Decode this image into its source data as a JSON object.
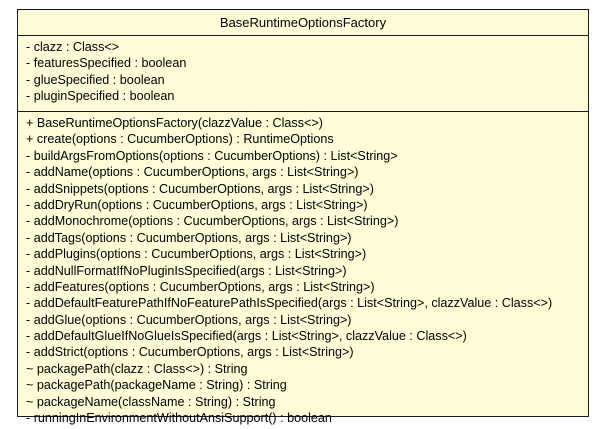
{
  "class_name": "BaseRuntimeOptionsFactory",
  "fields": [
    "- clazz : Class<>",
    "- featuresSpecified : boolean",
    "- glueSpecified : boolean",
    "- pluginSpecified : boolean"
  ],
  "methods": [
    "+ BaseRuntimeOptionsFactory(clazzValue : Class<>)",
    "+ create(options : CucumberOptions) : RuntimeOptions",
    "- buildArgsFromOptions(options : CucumberOptions) : List<String>",
    "- addName(options : CucumberOptions, args : List<String>)",
    "- addSnippets(options : CucumberOptions, args : List<String>)",
    "- addDryRun(options : CucumberOptions, args : List<String>)",
    "- addMonochrome(options : CucumberOptions, args : List<String>)",
    "- addTags(options : CucumberOptions, args : List<String>)",
    "- addPlugins(options : CucumberOptions, args : List<String>)",
    "- addNullFormatIfNoPluginIsSpecified(args : List<String>)",
    "- addFeatures(options : CucumberOptions, args : List<String>)",
    "- addDefaultFeaturePathIfNoFeaturePathIsSpecified(args : List<String>, clazzValue : Class<>)",
    "- addGlue(options : CucumberOptions, args : List<String>)",
    "- addDefaultGlueIfNoGlueIsSpecified(args : List<String>, clazzValue : Class<>)",
    "- addStrict(options : CucumberOptions, args : List<String>)",
    "~ packagePath(clazz : Class<>) : String",
    "~ packagePath(packageName : String) : String",
    "~ packageName(className : String) : String",
    "- runningInEnvironmentWithoutAnsiSupport() : boolean"
  ],
  "colors": {
    "class_fill": "#fffdd8",
    "border": "#1a1a1a"
  }
}
